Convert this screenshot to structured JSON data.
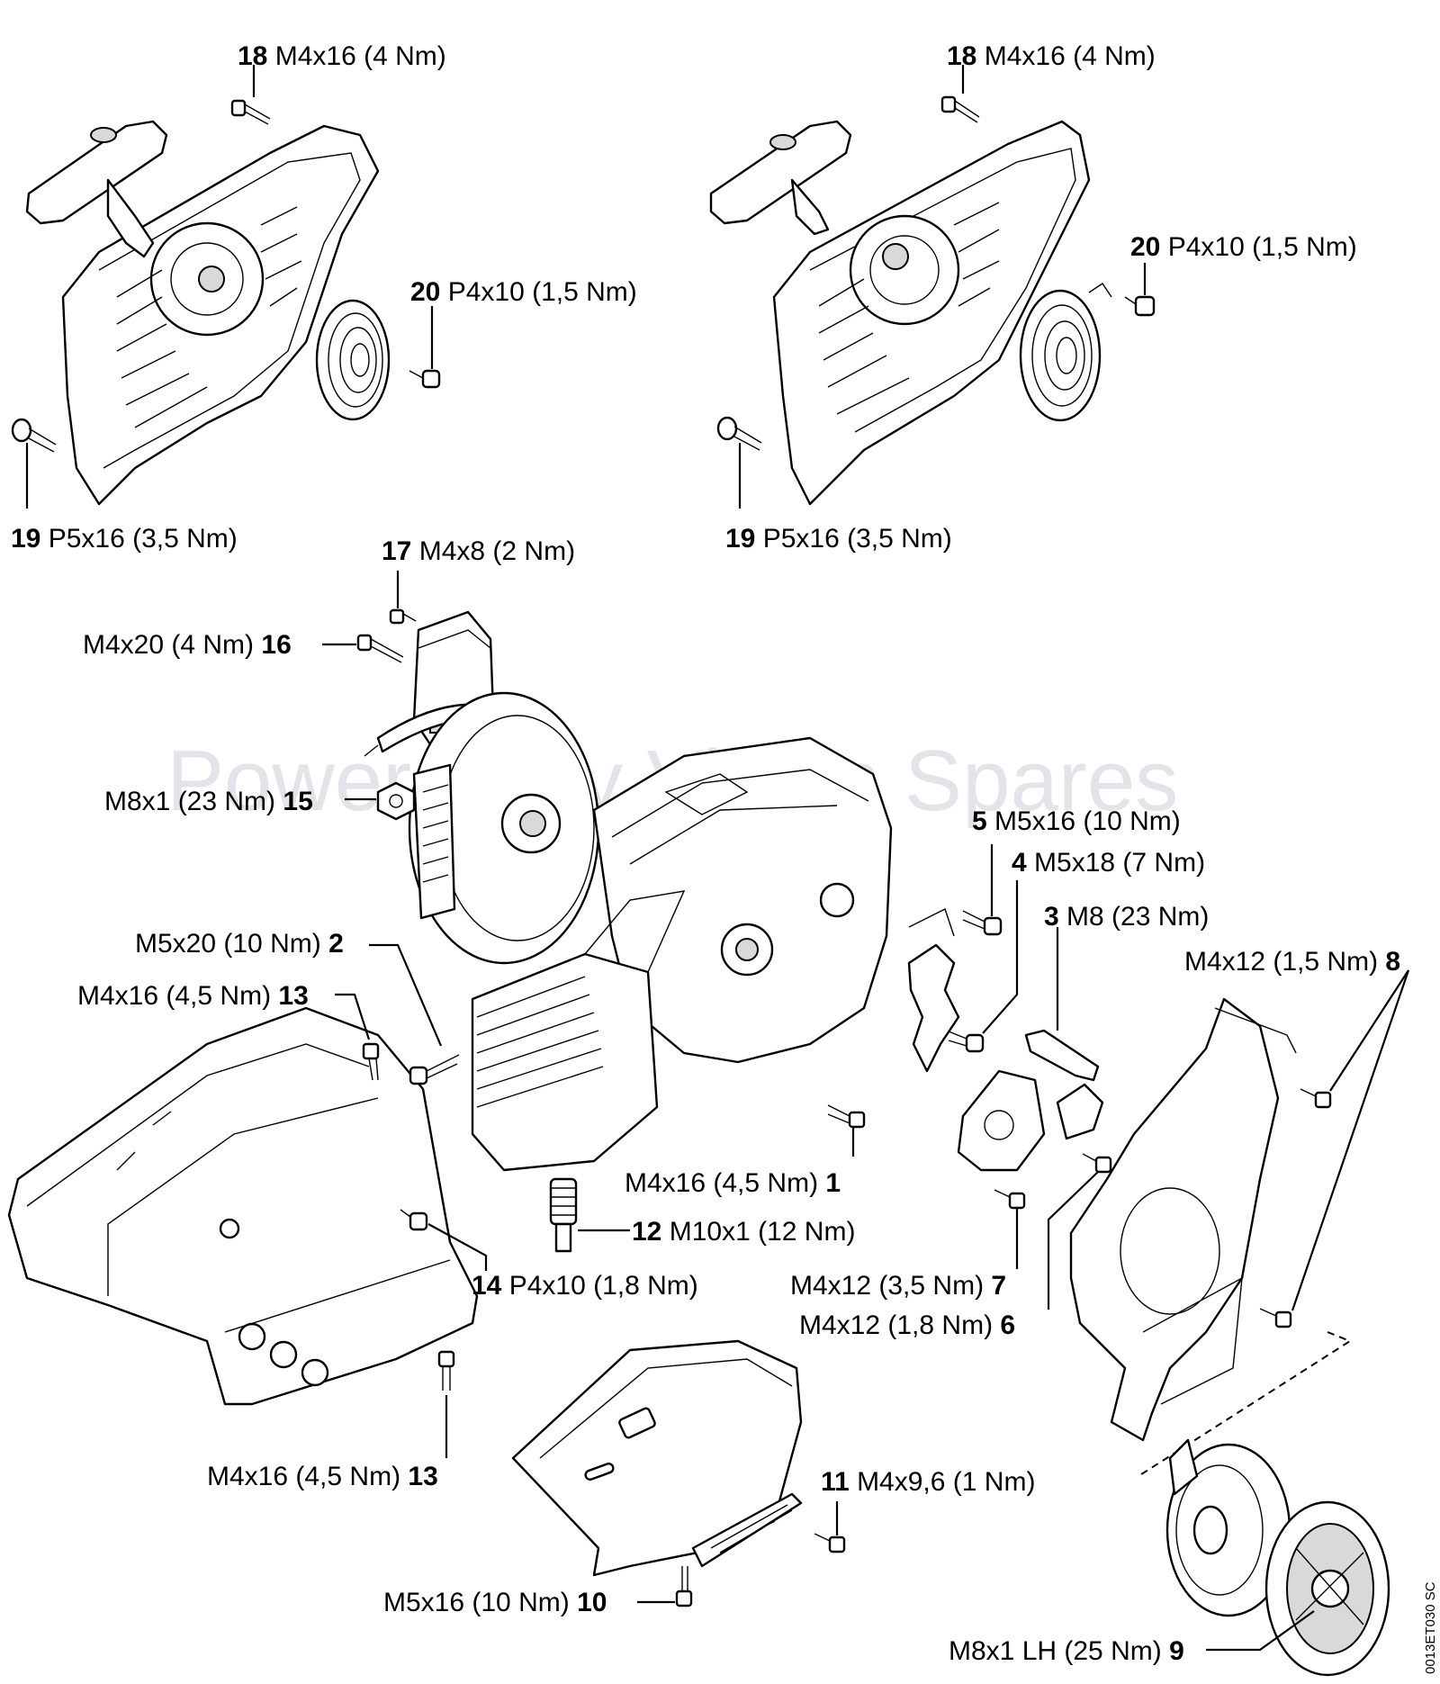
{
  "watermark": "Powered by Vision Spares",
  "drawing_code": "0013ET030 SC",
  "labels": {
    "l18a": {
      "num": "18",
      "text": "M4x16 (4 Nm)"
    },
    "l18b": {
      "num": "18",
      "text": "M4x16 (4 Nm)"
    },
    "l20a": {
      "num": "20",
      "text": "P4x10 (1,5 Nm)"
    },
    "l20b": {
      "num": "20",
      "text": "P4x10 (1,5 Nm)"
    },
    "l19a": {
      "num": "19",
      "text": "P5x16 (3,5 Nm)"
    },
    "l19b": {
      "num": "19",
      "text": "P5x16 (3,5 Nm)"
    },
    "l17": {
      "num": "17",
      "text": "M4x8 (2 Nm)"
    },
    "l16": {
      "num": "16",
      "text": "M4x20 (4 Nm)"
    },
    "l15": {
      "num": "15",
      "text": "M8x1 (23 Nm)"
    },
    "l5": {
      "num": "5",
      "text": "M5x16 (10 Nm)"
    },
    "l4": {
      "num": "4",
      "text": "M5x18 (7 Nm)"
    },
    "l3": {
      "num": "3",
      "text": "M8 (23 Nm)"
    },
    "l8": {
      "num": "8",
      "text": "M4x12 (1,5 Nm)"
    },
    "l2": {
      "num": "2",
      "text": "M5x20 (10 Nm)"
    },
    "l13a": {
      "num": "13",
      "text": "M4x16 (4,5 Nm)"
    },
    "l1": {
      "num": "1",
      "text": "M4x16 (4,5 Nm)"
    },
    "l12": {
      "num": "12",
      "text": "M10x1 (12 Nm)"
    },
    "l14": {
      "num": "14",
      "text": "P4x10 (1,8 Nm)"
    },
    "l7": {
      "num": "7",
      "text": "M4x12 (3,5 Nm)"
    },
    "l6": {
      "num": "6",
      "text": "M4x12 (1,8 Nm)"
    },
    "l13b": {
      "num": "13",
      "text": "M4x16 (4,5 Nm)"
    },
    "l11": {
      "num": "11",
      "text": "M4x9,6 (1 Nm)"
    },
    "l10": {
      "num": "10",
      "text": "M5x16 (10 Nm)"
    },
    "l9": {
      "num": "9",
      "text": "M8x1 LH (25 Nm)"
    }
  }
}
